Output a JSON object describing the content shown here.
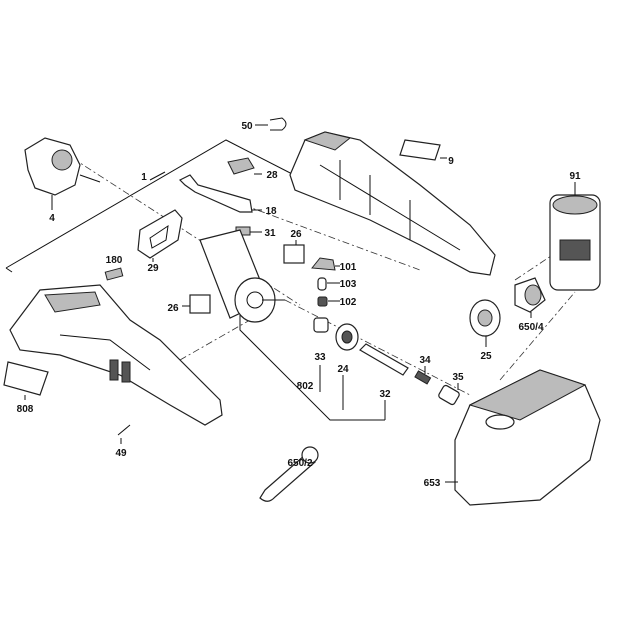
{
  "diagram": {
    "title": "Exploded parts view",
    "labels": {
      "p50": "50",
      "p9": "9",
      "p91": "91",
      "p1": "1",
      "p28": "28",
      "p4": "4",
      "p18": "18",
      "p31": "31",
      "p26a": "26",
      "p101": "101",
      "p29": "29",
      "p103": "103",
      "p180": "180",
      "p102": "102",
      "p26b": "26",
      "p650_4": "650/4",
      "p25": "25",
      "p33": "33",
      "p24": "24",
      "p34": "34",
      "p35": "35",
      "p802": "802",
      "p32": "32",
      "p808": "808",
      "p49": "49",
      "p650_2": "650/2",
      "p653": "653"
    }
  }
}
